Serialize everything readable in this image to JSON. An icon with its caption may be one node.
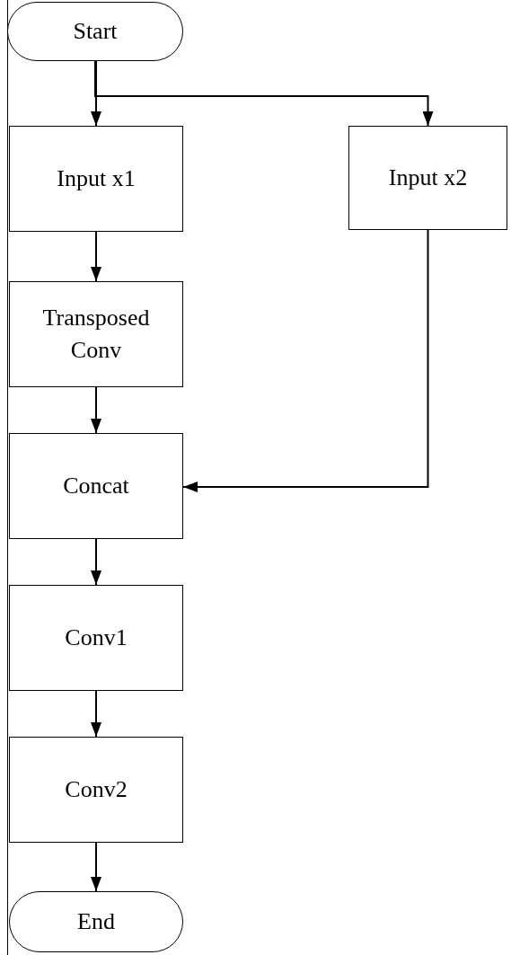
{
  "diagram": {
    "nodes": [
      {
        "text": [
          "Start"
        ]
      },
      {
        "text": [
          "Input x1"
        ]
      },
      {
        "text": [
          "Input x2"
        ]
      },
      {
        "text": [
          "Transposed Conv"
        ]
      },
      {
        "text": [
          "Concat"
        ]
      },
      {
        "text": [
          "Conv1"
        ]
      },
      {
        "text": [
          "Conv2"
        ]
      },
      {
        "text": [
          "End"
        ]
      }
    ],
    "edges": [
      {
        "from": 0,
        "to": 1,
        "arrow": "to"
      },
      {
        "from": 0,
        "to": 2,
        "arrow": "to"
      },
      {
        "from": 1,
        "to": 3,
        "arrow": "to"
      },
      {
        "from": 3,
        "to": 4,
        "arrow": "to"
      },
      {
        "from": 2,
        "to": 4,
        "arrow": "to"
      },
      {
        "from": 4,
        "to": 5,
        "arrow": "to"
      },
      {
        "from": 5,
        "to": 6,
        "arrow": "to"
      },
      {
        "from": 6,
        "to": 7,
        "arrow": "to"
      }
    ]
  }
}
